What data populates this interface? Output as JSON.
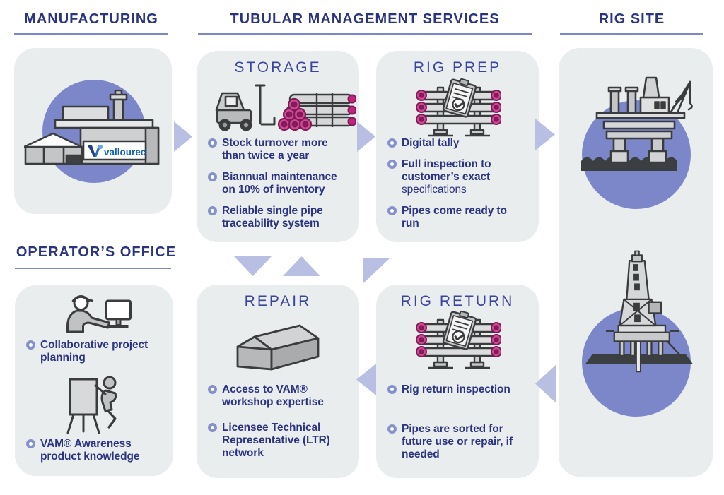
{
  "headers": {
    "manufacturing": "MANUFACTURING",
    "services": "TUBULAR MANAGEMENT SERVICES",
    "rig_site": "RIG SITE",
    "operators_office": "OPERATOR’S OFFICE"
  },
  "brand": {
    "factory_logo": "vallourec"
  },
  "storage": {
    "title": "STORAGE",
    "bullets": [
      "Stock turnover more than twice a year",
      "Biannual maintenance on 10% of inventory",
      "Reliable single pipe traceability system"
    ]
  },
  "rig_prep": {
    "title": "RIG PREP",
    "bullet_1": "Digital tally",
    "bullet_2_bold": "Full inspection to customer’s exact",
    "bullet_2_regular": " specifications",
    "bullet_3": "Pipes come ready to run"
  },
  "repair": {
    "title": "REPAIR",
    "bullets": [
      "Access to VAM® workshop expertise",
      "Licensee Technical Representative (LTR) network"
    ]
  },
  "rig_return": {
    "title": "RIG RETURN",
    "bullets": [
      "Rig return inspection",
      "Pipes are sorted for future use or repair, if needed"
    ]
  },
  "operators_office": {
    "bullets": [
      "Collaborative project planning",
      "VAM® Awareness product knowledge"
    ]
  },
  "colors": {
    "heading_text": "#2b3481",
    "card_title_text": "#3a469c",
    "bullet_text": "#2b3481",
    "bullet_marker": "#8591cc",
    "card_background": "#e9edee",
    "circle_background": "#7b87c9",
    "arrow": "#b9bee3",
    "pipe_magenta": "#c2247e",
    "logo_blue": "#0e64af"
  }
}
